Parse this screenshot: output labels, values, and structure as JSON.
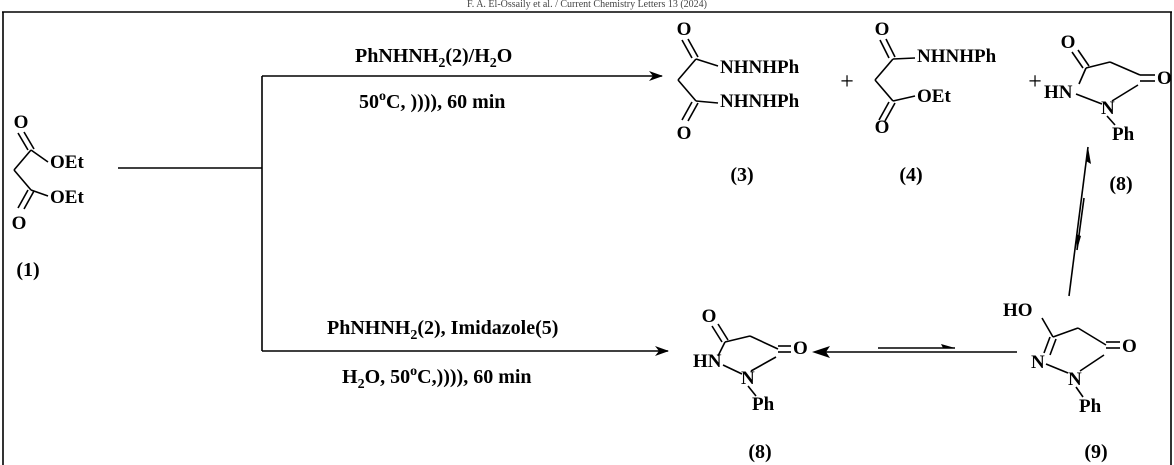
{
  "header": {
    "running_title": "F. A. El-Ossaily et al. / Current Chemistry Letters 13 (2024)"
  },
  "compound_1": {
    "o_top": "O",
    "oet_top": "OEt",
    "oet_bottom": "OEt",
    "o_bottom": "O",
    "label": "(1)"
  },
  "upper_route": {
    "reagent": {
      "pre": "PhNHNH",
      "sub1": "2",
      "mid": "(2)/H",
      "sub2": "2",
      "post": "O"
    },
    "conditions": {
      "pre": "50",
      "sup": "o",
      "post": "C, )))), 60 min"
    }
  },
  "lower_route": {
    "reagent": {
      "pre": "PhNHNH",
      "sub1": "2",
      "post": "(2), Imidazole(5)"
    },
    "conditions": {
      "pre": "H",
      "sub1": "2",
      "mid": "O, 50",
      "sup": "o",
      "post": "C,)))), 60 min"
    }
  },
  "compound_3": {
    "o_top": "O",
    "nh_top": "NHNHPh",
    "nh_bottom": "NHNHPh",
    "o_bottom": "O",
    "label": "(3)"
  },
  "plus_1": "+",
  "compound_4": {
    "o_top": "O",
    "nh_top": "NHNHPh",
    "oet": "OEt",
    "o_bottom": "O",
    "label": "(4)"
  },
  "plus_2": "+",
  "compound_8_top": {
    "o_left": "O",
    "o_right": "O",
    "hn": "HN",
    "n": "N",
    "ph": "Ph",
    "label": "(8)"
  },
  "compound_8_bottom": {
    "o_left": "O",
    "o_right": "O",
    "hn": "HN",
    "n": "N",
    "ph": "Ph",
    "label": "(8)"
  },
  "compound_9": {
    "ho": "HO",
    "o_right": "O",
    "n1": "N",
    "n2": "N",
    "ph": "Ph",
    "label": "(9)"
  }
}
